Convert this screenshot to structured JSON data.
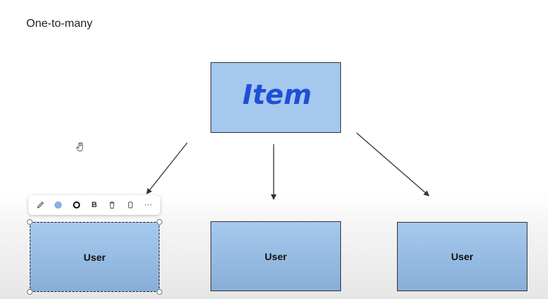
{
  "page": {
    "title": "One-to-many"
  },
  "diagram": {
    "item_label": "Item",
    "user_labels": [
      "User",
      "User",
      "User"
    ]
  },
  "toolbar": {
    "bold_label": "B",
    "more_label": "···"
  },
  "colors": {
    "box_fill": "#a4c8ee",
    "handwriting": "#1f4fd6",
    "toolbar_fill_dot": "#8ab4e8"
  },
  "icons": [
    "pencil-icon",
    "fill-color-icon",
    "border-icon",
    "bold-icon",
    "trash-icon",
    "duplicate-icon",
    "more-icon",
    "hand-cursor-icon"
  ]
}
